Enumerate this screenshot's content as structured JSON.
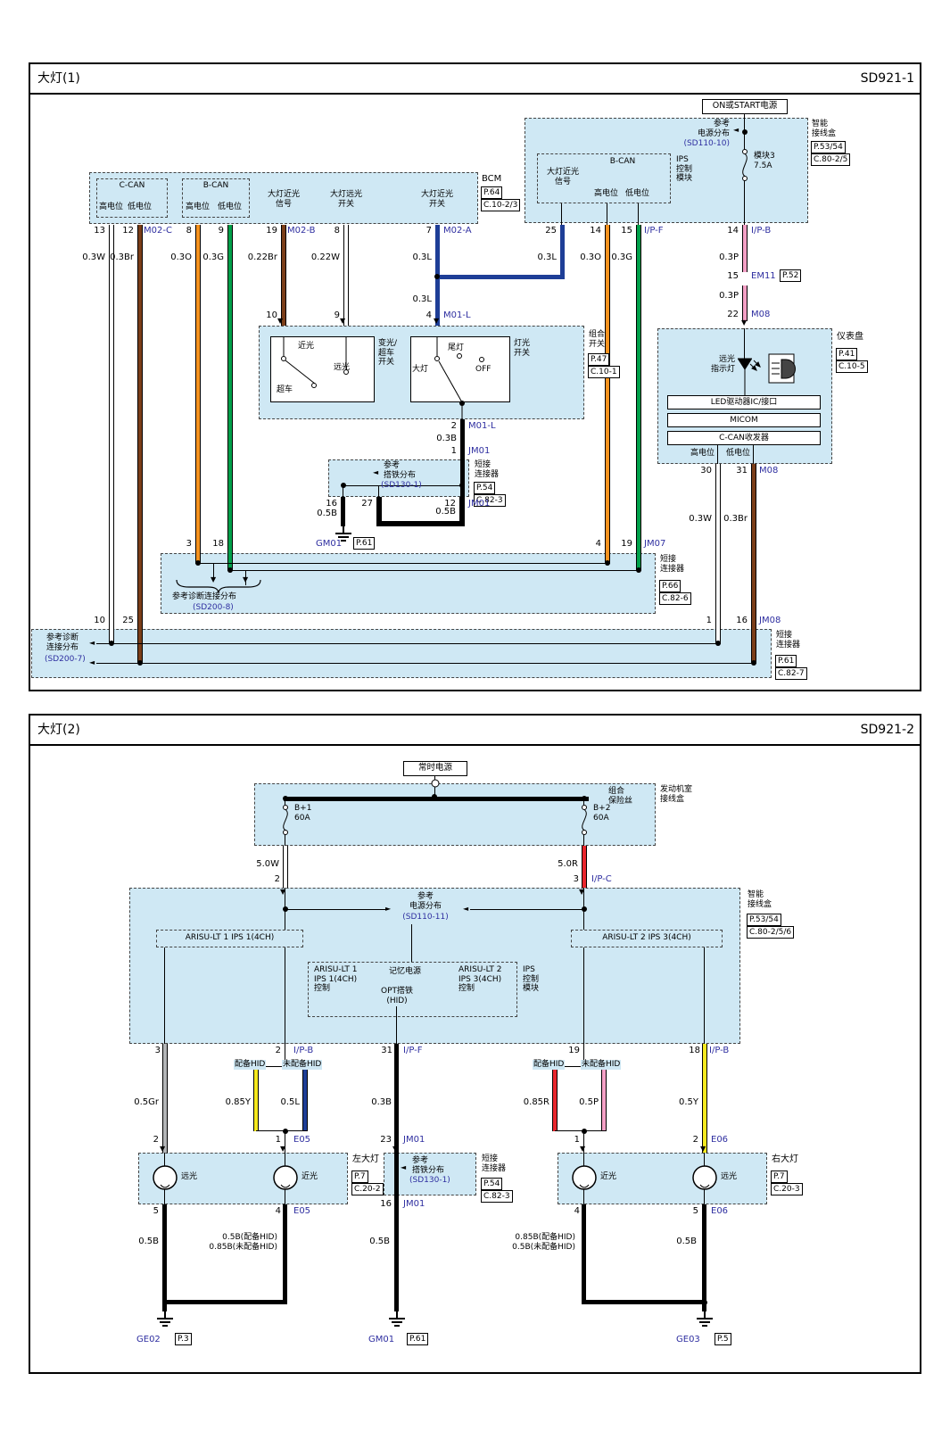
{
  "colors": {
    "box_fill": "#cfe8f4",
    "link_blue": "#2e2ea0",
    "wire_white": "#ffffff",
    "wire_brown": "#7b3e19",
    "wire_orange": "#f5921e",
    "wire_green": "#00a04a",
    "wire_blue": "#1e3e97",
    "wire_pink": "#f4a0c6",
    "wire_red": "#e8262d",
    "wire_yellow": "#f5e91e",
    "wire_gray": "#b3b5b7",
    "wire_black": "#000000"
  },
  "p1": {
    "title": "大灯(1)",
    "code": "SD921-1",
    "power": "ON或START电源",
    "sjb": {
      "name": "智能\n接线盒",
      "page": "P.53/54",
      "conn": "C.80-2/5",
      "ref": "参考\n电源分布",
      "ref_code": "(SD110-10)",
      "fuse": "模块3\n7.5A",
      "ips": "IPS\n控制\n模块",
      "bcan": "B-CAN",
      "sig": "大灯近光\n信号",
      "hi": "高电位",
      "lo": "低电位"
    },
    "bcm": {
      "name": "BCM",
      "page": "P.64",
      "conn": "C.10-2/3",
      "ccan": "C-CAN",
      "bcan": "B-CAN",
      "hi": "高电位",
      "lo": "低电位",
      "sig": "大灯近光\n信号",
      "hibeam": "大灯远光\n开关",
      "lobeam": "大灯近光\n开关"
    },
    "pins": {
      "n13": "13",
      "n12": "12",
      "m02c": "M02-C",
      "n8a": "8",
      "n9": "9",
      "n19": "19",
      "m02b": "M02-B",
      "n8b": "8",
      "n7": "7",
      "m02a": "M02-A",
      "n25": "25",
      "n14a": "14",
      "n15": "15",
      "ipf": "I/P-F",
      "n14b": "14",
      "ipb": "I/P-B",
      "n10": "10",
      "n9b": "9",
      "n4": "4",
      "m01l": "M01-L",
      "n15b": "15",
      "em11": "EM11",
      "p52": "P.52",
      "n22": "22",
      "m08": "M08",
      "n2": "2",
      "n1": "1",
      "jm01": "JM01",
      "n16": "16",
      "n27": "27",
      "n12b": "12",
      "n30": "30",
      "n31": "31",
      "n3": "3",
      "n18": "18",
      "n4b": "4",
      "n19b": "19",
      "jm07": "JM07",
      "n10b": "10",
      "n25b": "25",
      "n1b": "1",
      "n16c": "16",
      "jm08": "JM08"
    },
    "wl": {
      "w03w": "0.3W",
      "w03br": "0.3Br",
      "w03o": "0.3O",
      "w03g": "0.3G",
      "w022br": "0.22Br",
      "w022w": "0.22W",
      "w03l": "0.3L",
      "w03p": "0.3P",
      "w03b": "0.3B",
      "w05b": "0.5B"
    },
    "combo": {
      "sub1": "变光/\n超车\n开关",
      "lo": "近光",
      "hi": "远光",
      "pass": "超车",
      "sub2": "灯光\n开关",
      "head": "大灯",
      "tail": "尾灯",
      "off": "OFF",
      "name": "组合\n开关",
      "page": "P.47",
      "conn": "C.10-1"
    },
    "sd130": {
      "ref": "参考\n搭铁分布",
      "code": "(SD130-1)",
      "sc": "短接\n连接器",
      "page": "P.54",
      "conn": "C.82-3"
    },
    "gnd": {
      "gm01": "GM01",
      "p61": "P.61"
    },
    "cluster": {
      "ind": "远光\n指示灯",
      "led": "LED驱动器IC/接口",
      "micom": "MICOM",
      "ccan": "C-CAN收发器",
      "hi": "高电位",
      "lo": "低电位",
      "name": "仪表盘",
      "page": "P.41",
      "conn": "C.10-5"
    },
    "jm07": {
      "sc": "短接\n连接器",
      "page": "P.66",
      "conn": "C.82-6",
      "ref": "参考诊断连接分布",
      "code": "(SD200-8)"
    },
    "diag": {
      "ref": "参考诊断\n连接分布",
      "code": "(SD200-7)",
      "sc": "短接\n连接器",
      "page": "P.61",
      "conn": "C.82-7"
    }
  },
  "p2": {
    "title": "大灯(2)",
    "code": "SD921-2",
    "power": "常时电源",
    "erjb": {
      "name": "发动机室\n接线盒",
      "fuses": "组合\n保险丝",
      "f1": "B+1\n60A",
      "f2": "B+2\n60A"
    },
    "sjb": {
      "name": "智能\n接线盒",
      "page": "P.53/54",
      "conn": "C.80-2/5/6",
      "ref": "参考\n电源分布",
      "ref_code": "(SD110-11)",
      "arisu1": "ARISU-LT 1 IPS 1(4CH)",
      "arisu2": "ARISU-LT 2 IPS 3(4CH)",
      "ctrl1": "ARISU-LT 1\nIPS 1(4CH)\n控制",
      "mem": "记忆电源",
      "ctrl2": "ARISU-LT 2\nIPS 3(4CH)\n控制",
      "ips": "IPS\n控制\n模块",
      "opt": "OPT搭铁\n(HID)"
    },
    "hid": {
      "with": "配备HID",
      "without": "未配备HID"
    },
    "wl": {
      "w50w": "5.0W",
      "w50r": "5.0R",
      "w05gr": "0.5Gr",
      "w085y": "0.85Y",
      "w05l": "0.5L",
      "w03b": "0.3B",
      "w085r": "0.85R",
      "w05p": "0.5P",
      "w05y": "0.5Y",
      "w05b": "0.5B",
      "wl_left": "0.5B(配备HID)\n0.85B(未配备HID)",
      "wl_right": "0.85B(配备HID)\n0.5B(未配备HID)"
    },
    "pins": {
      "n2": "2",
      "n3": "3",
      "ipc": "I/P-C",
      "n3b": "3",
      "n2b": "2",
      "ipb": "I/P-B",
      "n31": "31",
      "ipf": "I/P-F",
      "n19": "19",
      "n18": "18",
      "n2c": "2",
      "n1": "1",
      "e05": "E05",
      "n23": "23",
      "jm01": "JM01",
      "n1b": "1",
      "n2d": "2",
      "e06": "E06",
      "n5": "5",
      "n4": "4",
      "n16": "16",
      "n4b": "4",
      "n5b": "5"
    },
    "lamp": {
      "left": "左大灯",
      "lpage": "P.7",
      "lconn": "C.20-2",
      "right": "右大灯",
      "rpage": "P.7",
      "rconn": "C.20-3",
      "hi": "远光",
      "lo": "近光"
    },
    "sd130": {
      "ref": "参考\n搭铁分布",
      "code": "(SD130-1)",
      "sc": "短接\n连接器",
      "page": "P.54",
      "conn": "C.82-3"
    },
    "gnd": {
      "ge02": "GE02",
      "p3": "P.3",
      "gm01": "GM01",
      "p61": "P.61",
      "ge03": "GE03",
      "p5": "P.5"
    }
  }
}
